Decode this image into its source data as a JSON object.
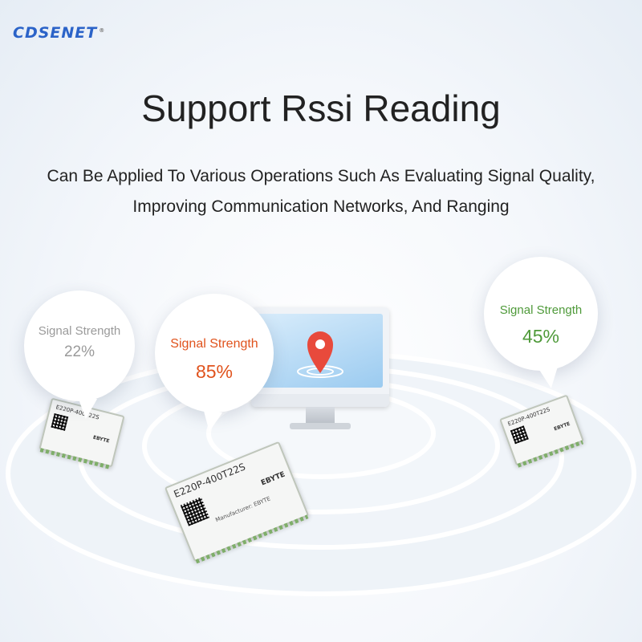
{
  "brand": {
    "logo": "CDSENET",
    "registered": "®"
  },
  "headline": "Support Rssi Reading",
  "subtitle": {
    "line1": "Can Be Applied To Various Operations Such As Evaluating Signal Quality,",
    "line2": "Improving Communication Networks, And Ranging"
  },
  "bubbles": [
    {
      "label": "Signal Strength",
      "value": "22%",
      "color": "#9a9a9a"
    },
    {
      "label": "Signal Strength",
      "value": "85%",
      "color": "#e0531d"
    },
    {
      "label": "Signal Strength",
      "value": "45%",
      "color": "#4f9a3a"
    }
  ],
  "module": {
    "model": "E220P-400T22S",
    "brand": "EBYTE",
    "manufacturer": "Manufacturer: EBYTE"
  },
  "icons": [
    "location-pin-icon",
    "monitor-icon"
  ],
  "colors": {
    "accent_blue": "#2b63c8",
    "pin_red": "#e84a3c"
  }
}
